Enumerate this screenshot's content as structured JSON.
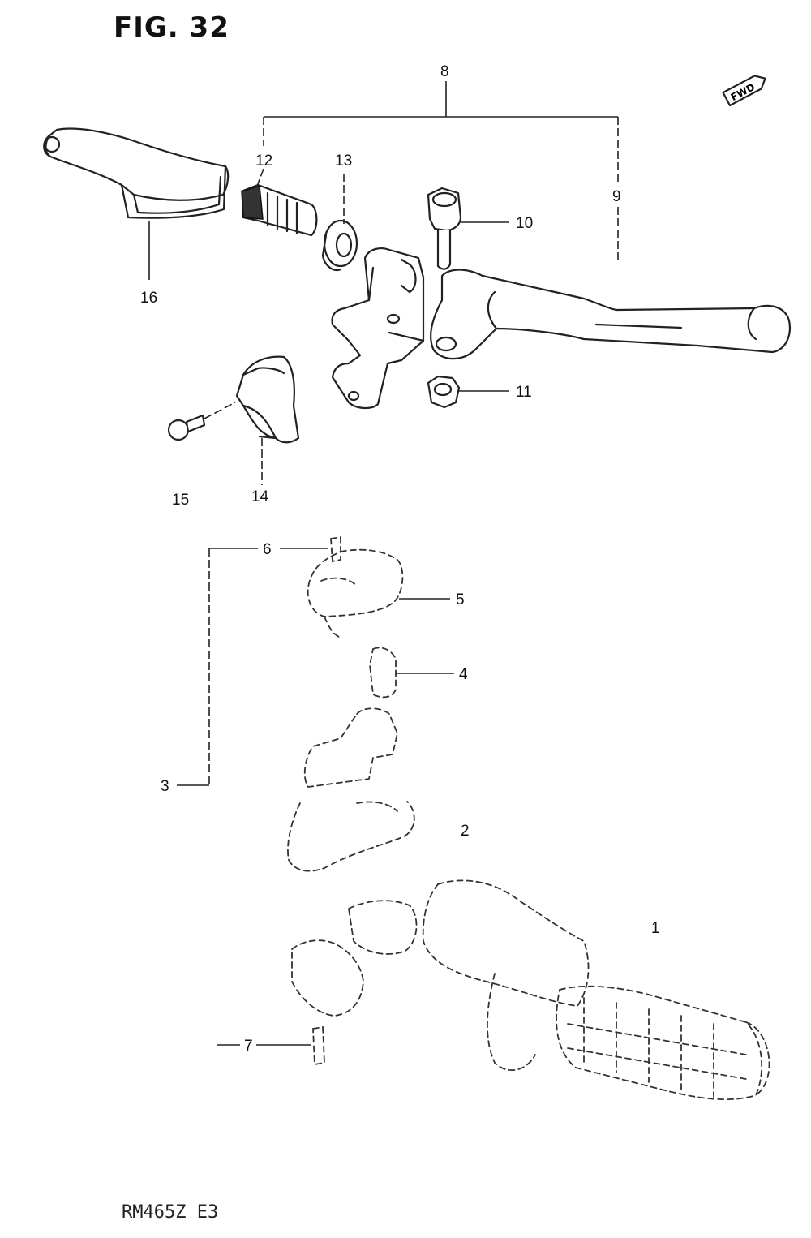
{
  "figure": {
    "title": "FIG. 32",
    "footer_code": "RM465Z  E3",
    "fwd_mark": "FWD"
  },
  "callouts": [
    {
      "id": "1",
      "label": "1"
    },
    {
      "id": "2",
      "label": "2"
    },
    {
      "id": "3",
      "label": "3"
    },
    {
      "id": "4",
      "label": "4"
    },
    {
      "id": "5",
      "label": "5"
    },
    {
      "id": "6",
      "label": "6"
    },
    {
      "id": "7",
      "label": "7"
    },
    {
      "id": "8",
      "label": "8"
    },
    {
      "id": "9",
      "label": "9"
    },
    {
      "id": "10",
      "label": "10"
    },
    {
      "id": "11",
      "label": "11"
    },
    {
      "id": "12",
      "label": "12"
    },
    {
      "id": "13",
      "label": "13"
    },
    {
      "id": "14",
      "label": "14"
    },
    {
      "id": "15",
      "label": "15"
    },
    {
      "id": "16",
      "label": "16"
    }
  ]
}
